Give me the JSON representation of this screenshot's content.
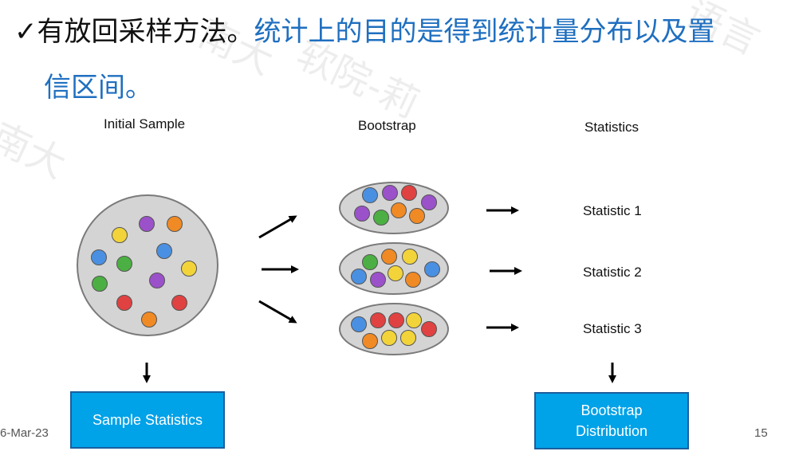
{
  "title": {
    "check": "✓",
    "part1": "有放回采样方法。",
    "part2": "统计上的目的是得到统计量分布以及置",
    "line2": "信区间。"
  },
  "headers": {
    "initial": "Initial Sample",
    "bootstrap": "Bootstrap",
    "statistics": "Statistics"
  },
  "statistics": [
    "Statistic 1",
    "Statistic 2",
    "Statistic 3"
  ],
  "boxes": {
    "sample": "Sample Statistics",
    "bootstrap_line1": "Bootstrap",
    "bootstrap_line2": "Distribution"
  },
  "footer": {
    "date": "6-Mar-23",
    "page": "15"
  },
  "watermark": [
    "南大",
    "软院-莉",
    "南大",
    "语言"
  ],
  "colors": {
    "blue": "#4a90e2",
    "purple": "#9b51c9",
    "red": "#e04141",
    "orange": "#f08a24",
    "yellow": "#f2d43a",
    "green": "#4caf43",
    "container_fill": "#d4d4d4",
    "box_fill": "#00a2e8",
    "title_blue": "#1f6fc0"
  },
  "initial_balls": [
    "yellow",
    "purple",
    "orange",
    "blue",
    "green",
    "blue",
    "yellow",
    "green",
    "purple",
    "red",
    "red",
    "orange"
  ],
  "bootstrap_samples": [
    [
      "blue",
      "purple",
      "red",
      "purple",
      "purple",
      "green",
      "orange",
      "orange"
    ],
    [
      "green",
      "orange",
      "yellow",
      "blue",
      "blue",
      "purple",
      "yellow",
      "orange"
    ],
    [
      "blue",
      "red",
      "red",
      "yellow",
      "red",
      "orange",
      "yellow",
      "yellow"
    ]
  ]
}
